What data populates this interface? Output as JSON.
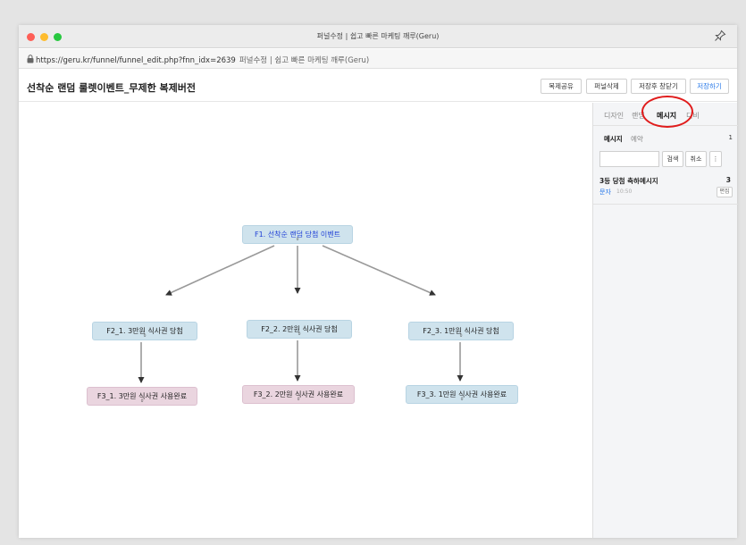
{
  "window": {
    "title": "퍼널수정 | 쉽고 빠른 마케팅 깨루(Geru)"
  },
  "urlbar": {
    "url": "https://geru.kr/funnel/funnel_edit.php?fnn_idx=2639",
    "page_title": "퍼널수정 | 쉽고 빠른 마케팅 깨루(Geru)"
  },
  "header": {
    "funnel_title": "선착순 랜덤 룰렛이벤트_무제한 복제버전",
    "buttons": {
      "share": "복제공유",
      "delete": "퍼널삭제",
      "save_close": "저장후 창닫기",
      "save": "저장하기"
    }
  },
  "funnel": {
    "nodes": [
      {
        "label": "F1. 선착순 랜덤 당첨 이벤트",
        "count": "0"
      },
      {
        "label": "F2_1. 3만원 식사권 당첨",
        "count": "0"
      },
      {
        "label": "F2_2. 2만원 식사권 당첨",
        "count": "0"
      },
      {
        "label": "F2_3. 1만원 식사권 당첨",
        "count": "0"
      },
      {
        "label": "F3_1. 3만원 식사권 사용완료",
        "count": "0"
      },
      {
        "label": "F3_2. 2만원 식사권 사용완료",
        "count": "0"
      },
      {
        "label": "F3_3. 1만원 식사권 사용완료",
        "count": "0"
      }
    ]
  },
  "sidebar": {
    "tabs": {
      "design": "디자인",
      "landing": "랜딩",
      "message": "메시지",
      "db": "디비"
    },
    "subtabs": {
      "message": "메시지",
      "reserve": "예약",
      "count": "1"
    },
    "search": {
      "value": "",
      "search_label": "검색",
      "cancel_label": "취소",
      "more_label": "⋮"
    },
    "messages": [
      {
        "name": "3등 당첨 축하메시지",
        "number": "3",
        "type": "문자",
        "time": "10:50",
        "edit_label": "편집"
      }
    ]
  },
  "colors": {
    "highlight_circle": "#e01c1c",
    "node_blue": "#cfe3ed",
    "node_pink": "#ead5df",
    "save_button": "#2b7be9"
  }
}
